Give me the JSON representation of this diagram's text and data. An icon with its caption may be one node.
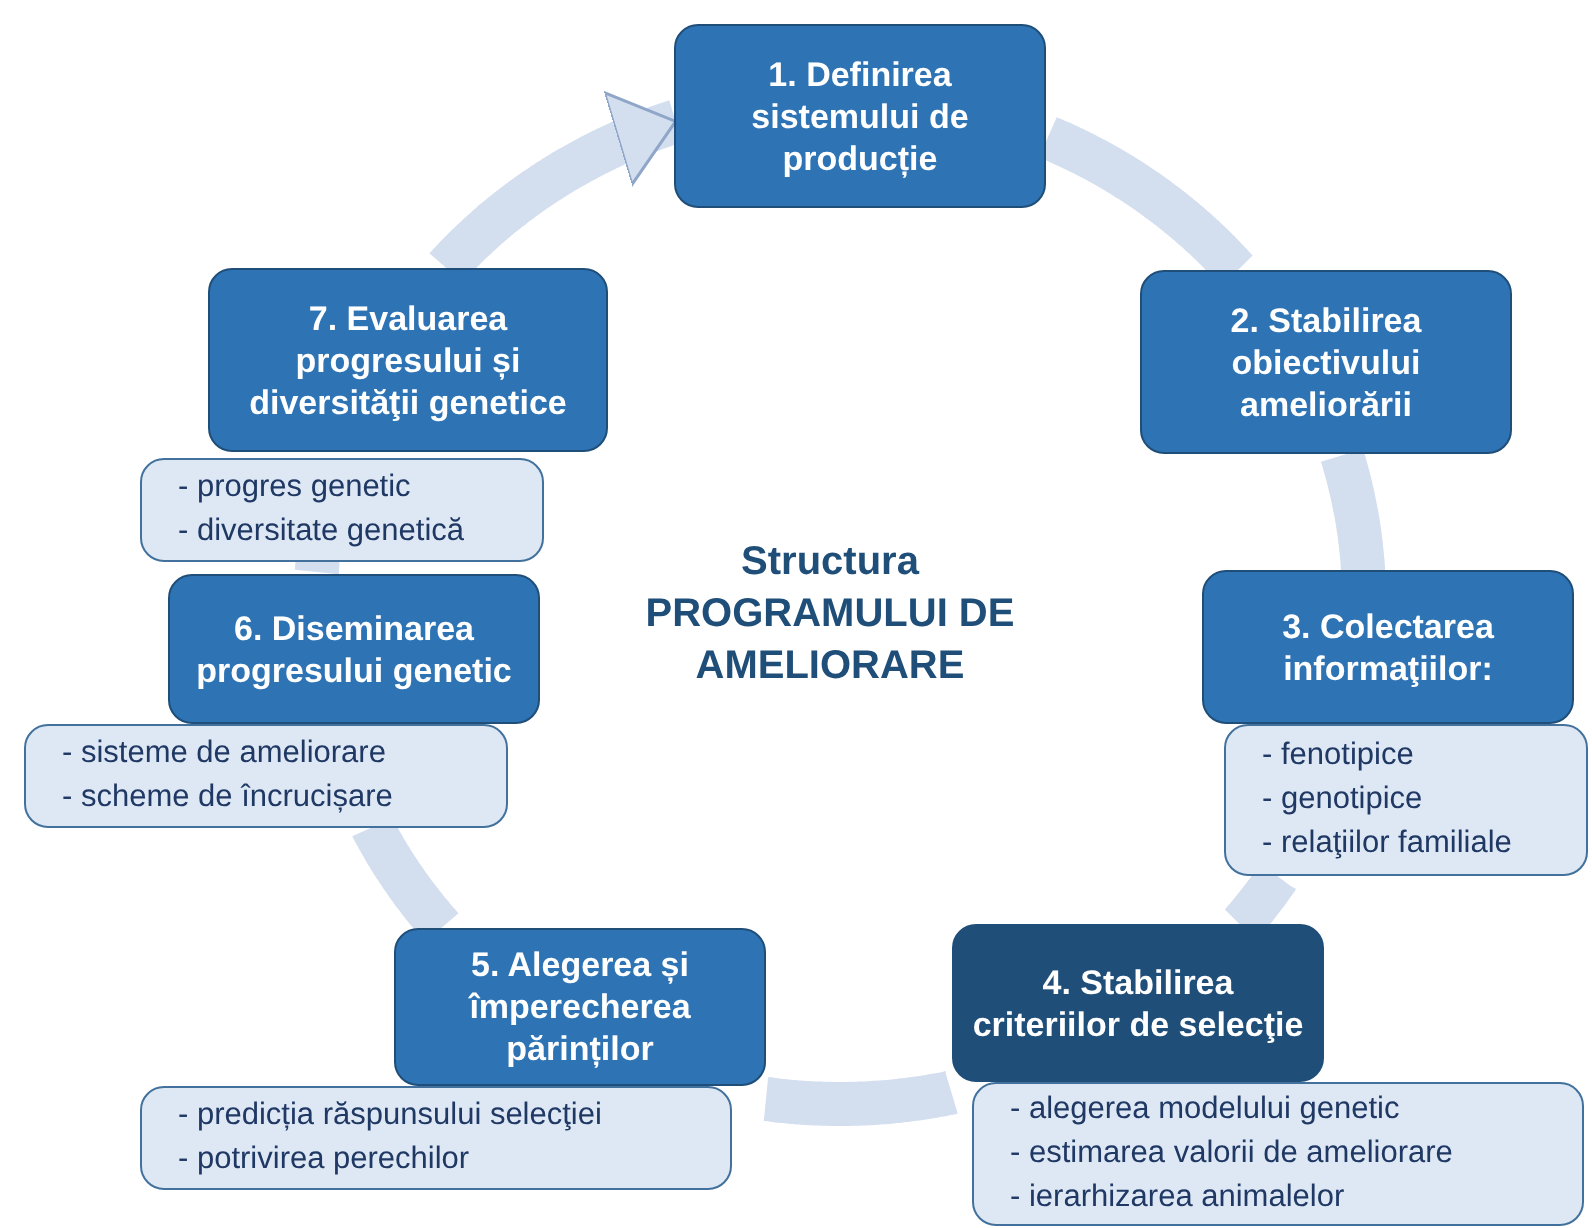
{
  "diagram": {
    "title": "Structura PROGRAMULUI DE AMELIORARE",
    "nodes": [
      {
        "text": [
          "1. Definirea sistemului de producție"
        ]
      },
      {
        "text": [
          "2. Stabilirea obiectivului ameliorării"
        ]
      },
      {
        "text": [
          "3. Colectarea informaţiilor:",
          "- fenotipice",
          "- genotipice",
          "- relaţiilor familiale"
        ]
      },
      {
        "text": [
          "4. Stabilirea criteriilor de selecţie",
          "- alegerea modelului genetic",
          "- estimarea valorii de ameliorare",
          "- ierarhizarea animalelor"
        ]
      },
      {
        "text": [
          "5. Alegerea și împerecherea părinților",
          "- predicția răspunsului selecţiei",
          "- potrivirea perechilor"
        ]
      },
      {
        "text": [
          "6. Diseminarea progresului genetic",
          "- sisteme de ameliorare",
          "- scheme de încrucișare"
        ]
      },
      {
        "text": [
          "7. Evaluarea progresului și diversităţii genetice",
          "- progres genetic",
          "- diversitate genetică"
        ]
      }
    ],
    "edges": [
      {
        "from": 0,
        "to": 1,
        "arrow": "none"
      },
      {
        "from": 1,
        "to": 2,
        "arrow": "none"
      },
      {
        "from": 2,
        "to": 3,
        "arrow": "none"
      },
      {
        "from": 3,
        "to": 4,
        "arrow": "none"
      },
      {
        "from": 4,
        "to": 5,
        "arrow": "none"
      },
      {
        "from": 5,
        "to": 6,
        "arrow": "none"
      },
      {
        "from": 6,
        "to": 0,
        "arrow": "to"
      }
    ]
  }
}
